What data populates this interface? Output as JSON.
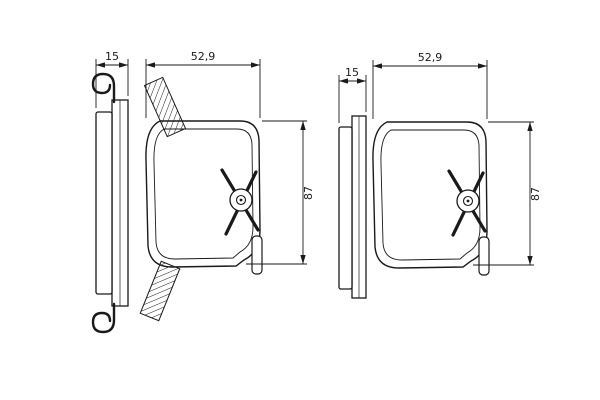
{
  "page": {
    "background": "#ffffff",
    "line_color": "#1a1a1a"
  },
  "assemblies": {
    "left": {
      "dims": {
        "thickness": "15",
        "width": "52,9",
        "height": "87"
      }
    },
    "right": {
      "dims": {
        "thickness": "15",
        "width": "52,9",
        "height": "87"
      }
    }
  }
}
